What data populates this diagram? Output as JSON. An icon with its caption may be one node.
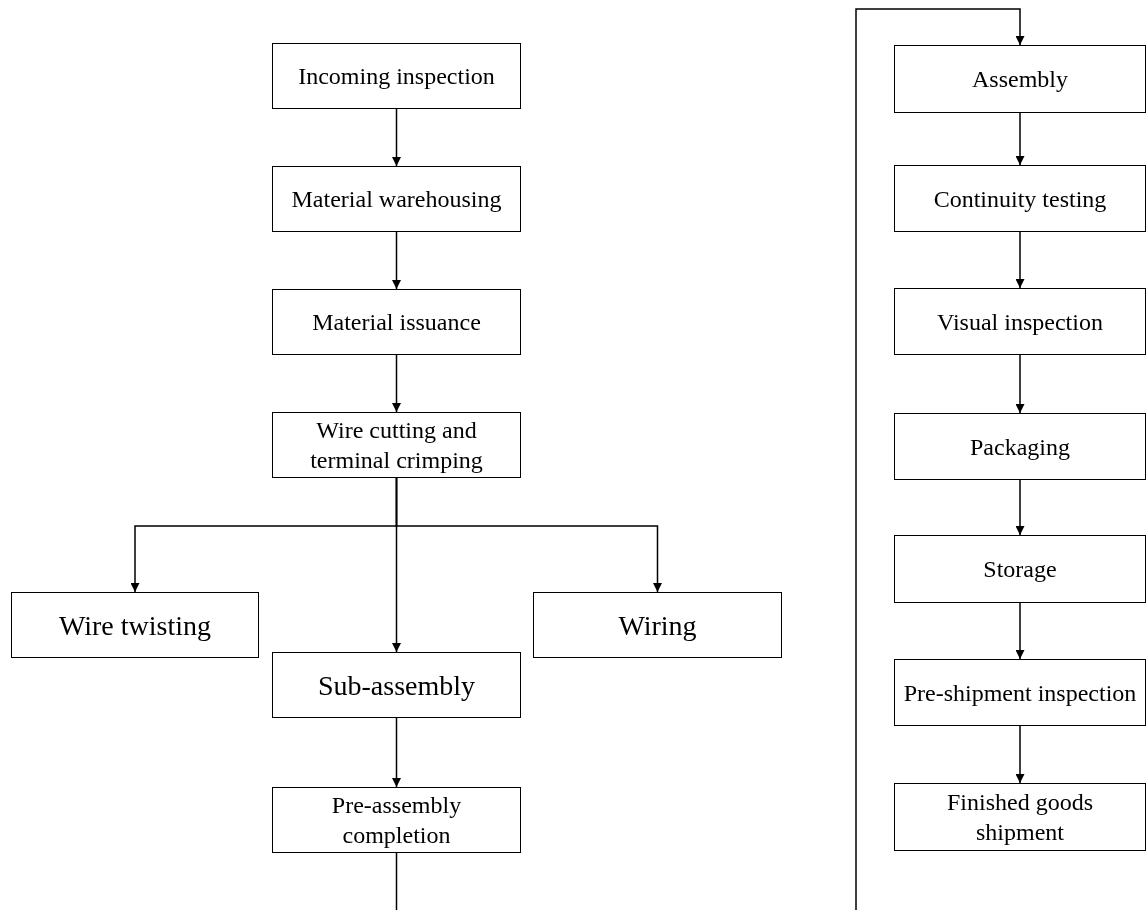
{
  "diagram": {
    "nodes": [
      {
        "text": [
          "Incoming inspection"
        ]
      },
      {
        "text": [
          "Material warehousing"
        ]
      },
      {
        "text": [
          "Material issuance"
        ]
      },
      {
        "text": [
          "Wire cutting and terminal crimping"
        ]
      },
      {
        "text": [
          "Wire twisting"
        ]
      },
      {
        "text": [
          "Sub-assembly"
        ]
      },
      {
        "text": [
          "Wiring"
        ]
      },
      {
        "text": [
          "Pre-assembly completion"
        ]
      },
      {
        "text": [
          "Assembly"
        ]
      },
      {
        "text": [
          "Continuity testing"
        ]
      },
      {
        "text": [
          "Visual inspection"
        ]
      },
      {
        "text": [
          "Packaging"
        ]
      },
      {
        "text": [
          "Storage"
        ]
      },
      {
        "text": [
          "Pre-shipment inspection"
        ]
      },
      {
        "text": [
          "Finished goods shipment"
        ]
      }
    ],
    "edges": [
      {
        "from": 0,
        "to": 1,
        "arrow": "to"
      },
      {
        "from": 1,
        "to": 2,
        "arrow": "to"
      },
      {
        "from": 2,
        "to": 3,
        "arrow": "to"
      },
      {
        "from": 3,
        "to": 4,
        "arrow": "to"
      },
      {
        "from": 3,
        "to": 5,
        "arrow": "to"
      },
      {
        "from": 3,
        "to": 6,
        "arrow": "to"
      },
      {
        "from": 5,
        "to": 7,
        "arrow": "to"
      },
      {
        "from": 7,
        "to": null,
        "arrow": "none"
      },
      {
        "from": null,
        "to": 8,
        "arrow": "to"
      },
      {
        "from": 8,
        "to": 9,
        "arrow": "to"
      },
      {
        "from": 9,
        "to": 10,
        "arrow": "to"
      },
      {
        "from": 10,
        "to": 11,
        "arrow": "to"
      },
      {
        "from": 11,
        "to": 12,
        "arrow": "to"
      },
      {
        "from": 12,
        "to": 13,
        "arrow": "to"
      },
      {
        "from": 13,
        "to": 14,
        "arrow": "to"
      }
    ]
  }
}
